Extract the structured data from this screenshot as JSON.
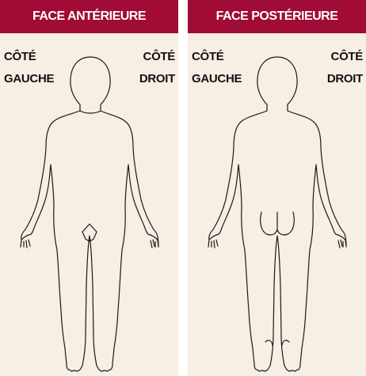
{
  "panels": {
    "front": {
      "title": "FACE ANTÉRIEURE",
      "left_label": [
        "CÔTÉ",
        "GAUCHE"
      ],
      "right_label": [
        "CÔTÉ",
        "DROIT"
      ]
    },
    "back": {
      "title": "FACE POSTÉRIEURE",
      "left_label": [
        "CÔTÉ",
        "GAUCHE"
      ],
      "right_label": [
        "CÔTÉ",
        "DROIT"
      ]
    }
  },
  "colors": {
    "header_background": "#a00c36",
    "panel_background": "#f7eee4",
    "header_text": "#ffffff",
    "outline": "#1a1a1a"
  }
}
